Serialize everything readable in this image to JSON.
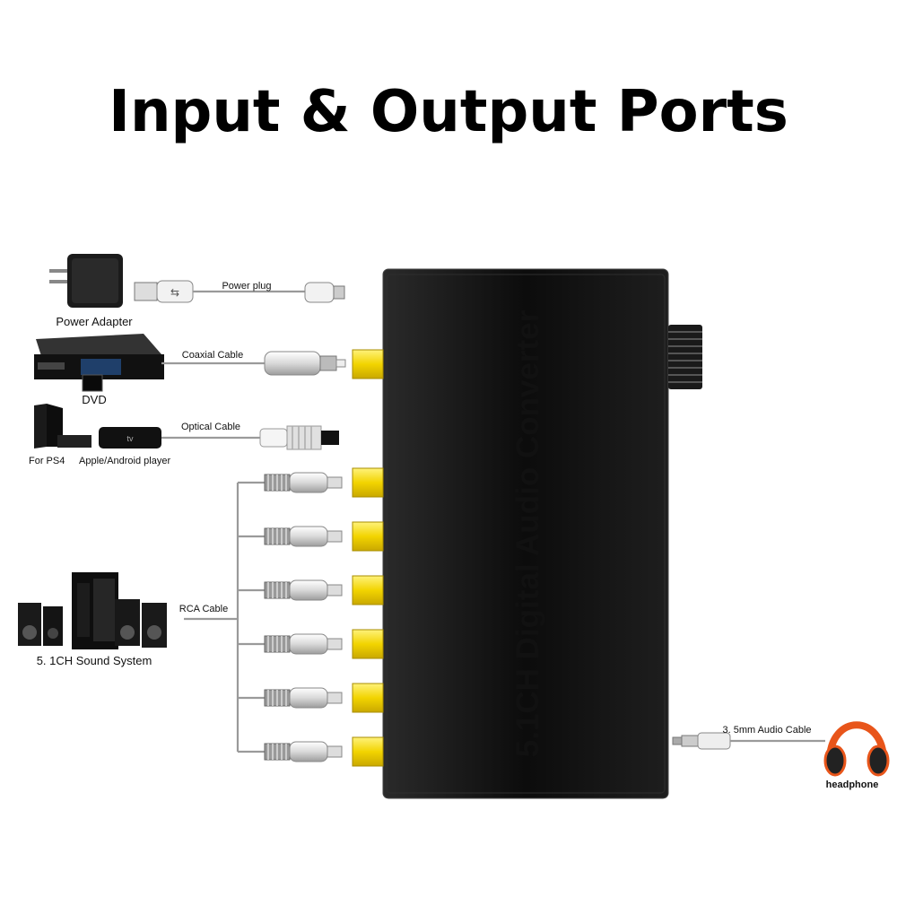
{
  "title": "Input & Output Ports",
  "converter": {
    "label": "5.1CH Digital Audio Converter"
  },
  "inputs": {
    "power": {
      "device": "Power Adapter",
      "cable": "Power plug"
    },
    "coaxial": {
      "device": "DVD",
      "cable": "Coaxial Cable"
    },
    "optical": {
      "device_left": "For  PS4",
      "device_right": "Apple/Android player",
      "cable": "Optical Cable"
    }
  },
  "outputs": {
    "rca": {
      "device": "5. 1CH  Sound System",
      "cable": "RCA Cable",
      "jack_count": 6
    },
    "headphone": {
      "device": "headphone",
      "cable": "3. 5mm Audio Cable"
    }
  },
  "colors": {
    "jack": "#f5d800",
    "converter_body": "#111111",
    "cable": "#9a9a9a",
    "headphone_accent": "#e8551a"
  }
}
